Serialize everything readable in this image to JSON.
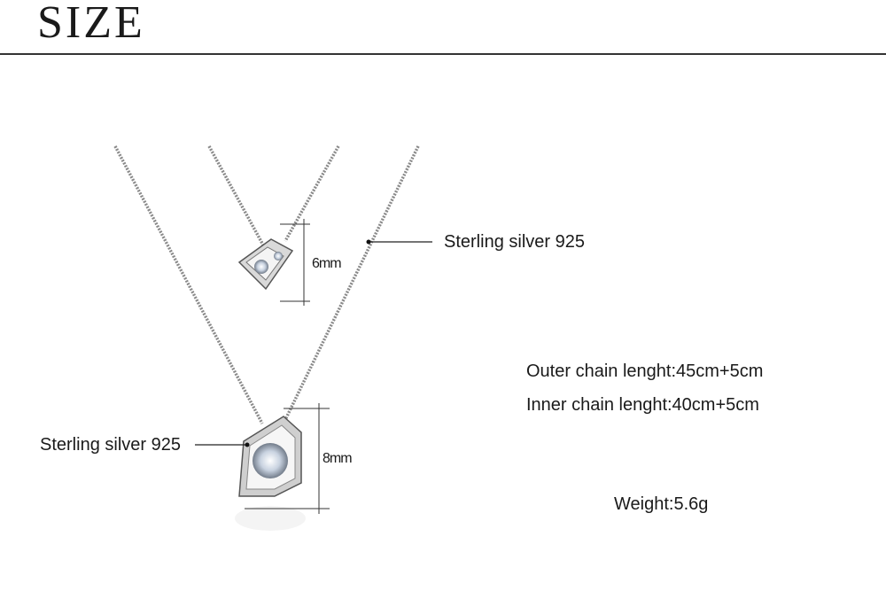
{
  "heading": "SIZE",
  "labels": {
    "top_material": "Sterling silver 925",
    "bottom_material": "Sterling silver 925"
  },
  "dimensions": {
    "small_pendant": "6mm",
    "large_pendant": "8mm"
  },
  "specs": {
    "outer_chain": "Outer chain lenght:45cm+5cm",
    "inner_chain": "Inner chain lenght:40cm+5cm",
    "weight": "Weight:5.6g"
  }
}
